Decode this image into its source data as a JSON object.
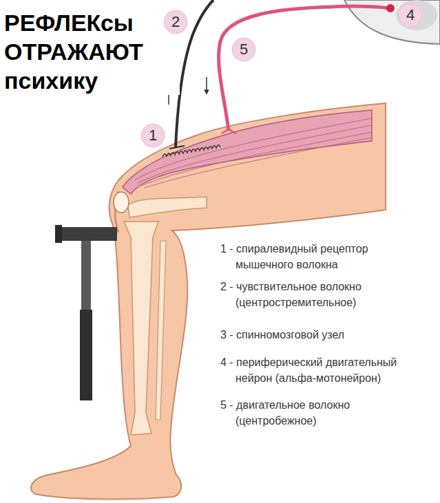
{
  "diagram": {
    "title": "РЕФЛЕКсы ОТРАЖАЮТ психику",
    "nodes": [
      {
        "text": [
          "2"
        ]
      },
      {
        "text": [
          "4"
        ]
      },
      {
        "text": [
          "5"
        ]
      },
      {
        "text": [
          "1"
        ]
      }
    ],
    "labels": [
      "1 - спиралевидный рецептор мышечного волокна",
      "2 - чувствительное волокно (центростремительное)",
      "3 - спинномозговой узел",
      "4 - периферический двигательный нейрон (альфа-мотонейрон)",
      "5 - двигательное волокно (центробежное)"
    ]
  }
}
